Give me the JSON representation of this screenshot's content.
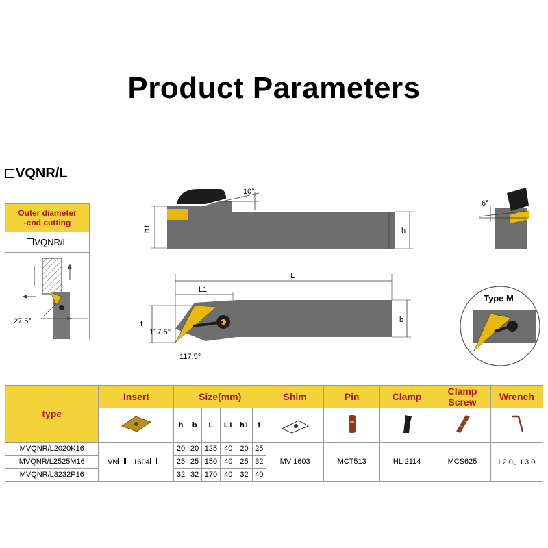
{
  "title": "Product Parameters",
  "series_code": "VQNR/L",
  "side_panel": {
    "line1": "Outer diameter",
    "line2": "-end cutting",
    "code": "VQNR/L",
    "angle": "27.5°"
  },
  "diagram": {
    "clamp_angle": "10°",
    "h1": "h1",
    "h": "h",
    "end_angle": "6°",
    "L": "L",
    "L1": "L1",
    "f": "f",
    "b": "b",
    "angle_a": "117.5°",
    "angle_b": "117.5°",
    "type_m": "Type M"
  },
  "table": {
    "headers": {
      "type": "type",
      "insert": "Insert",
      "size": "Size(mm)",
      "shim": "Shim",
      "pin": "Pin",
      "clamp": "Clamp",
      "clamp_screw": "Clamp Screw",
      "wrench": "Wrench"
    },
    "dims": [
      "h",
      "b",
      "L",
      "L1",
      "h1",
      "f"
    ],
    "rows": [
      {
        "type": "MVQNR/L2020K16",
        "values": [
          "20",
          "20",
          "125",
          "40",
          "20",
          "25"
        ]
      },
      {
        "type": "MVQNR/L2525M16",
        "values": [
          "25",
          "25",
          "150",
          "40",
          "25",
          "32"
        ]
      },
      {
        "type": "MVQNR/L3232P16",
        "values": [
          "32",
          "32",
          "170",
          "40",
          "32",
          "40"
        ]
      }
    ],
    "insert_code": "VN",
    "insert_code_mid": "1604",
    "shim": "MV 1603",
    "pin": "MCT513",
    "clamp": "HL 2114",
    "clamp_screw": "MCS625",
    "wrench": "L2.0、L3.0"
  },
  "colors": {
    "header_yellow": "#f4d33a",
    "header_red": "#b31b1b",
    "insert_gold": "#e8b90c",
    "tool_gray": "#6e6e6e"
  }
}
